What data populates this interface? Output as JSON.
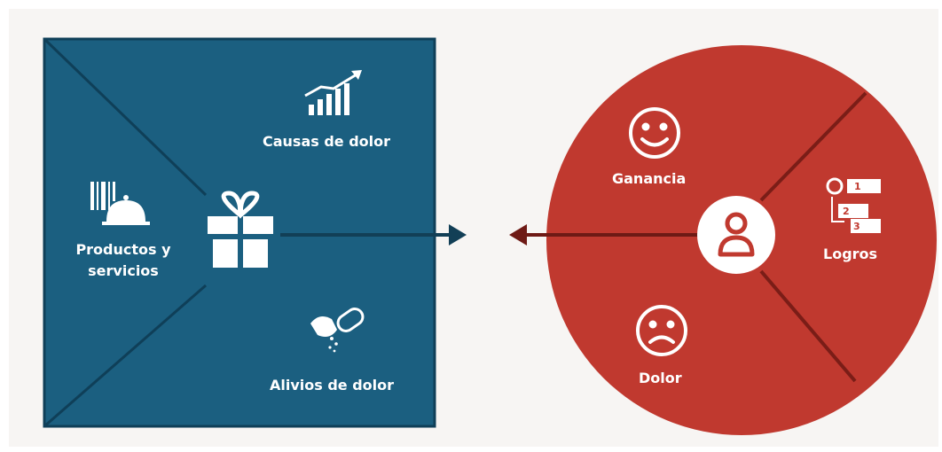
{
  "colors": {
    "background": "#f7f5f3",
    "square_fill": "#1b5f80",
    "square_border": "#0f3f58",
    "circle_fill": "#c0392f",
    "circle_divider": "#7a1d17",
    "arrow_left_color": "#123f56",
    "arrow_right_color": "#6e1a15",
    "text": "#ffffff"
  },
  "value_map": {
    "products_label": "Productos y servicios",
    "gains_creators_label": "Causas de dolor",
    "pain_relievers_label": "Alivios de dolor",
    "center_icon": "gift-icon",
    "products_icon": "barcode-bell-icon",
    "gains_icon": "growth-chart-icon",
    "relievers_icon": "pills-icon"
  },
  "customer_profile": {
    "gains_label": "Ganancia",
    "jobs_label": "Logros",
    "pains_label": "Dolor",
    "center_icon": "user-icon",
    "gains_icon": "smiley-face-icon",
    "jobs_icon": "numbered-steps-icon",
    "pains_icon": "sad-face-icon"
  }
}
